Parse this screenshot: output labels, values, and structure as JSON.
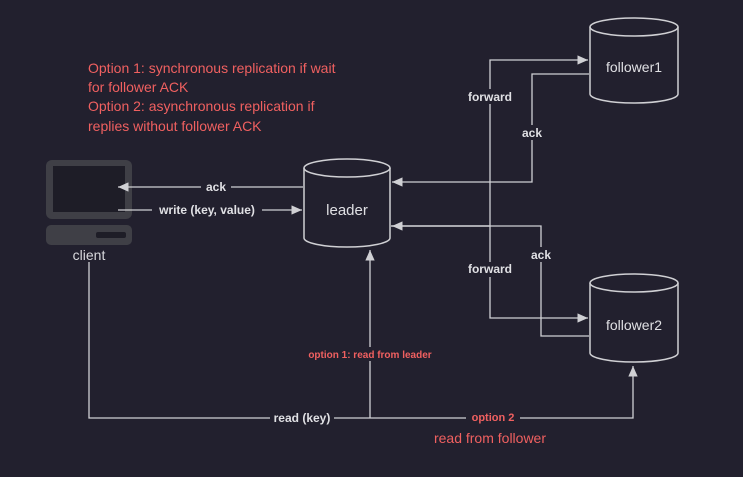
{
  "notes": {
    "line1": "Option 1: synchronous replication if wait",
    "line2": "for follower ACK",
    "line3": "Option 2: asynchronous replication if",
    "line4": "replies  without follower ACK"
  },
  "nodes": {
    "client": "client",
    "leader": "leader",
    "follower1": "follower1",
    "follower2": "follower2"
  },
  "edges": {
    "client_write": "write (key, value)",
    "leader_ack": "ack",
    "forward_f1": "forward",
    "ack_f1": "ack",
    "forward_f2": "forward",
    "ack_f2": "ack",
    "read": "read (key)",
    "option1_read": "option 1: read from leader",
    "option2": "option 2",
    "option2_read": "read from follower"
  },
  "colors": {
    "background": "#22202e",
    "line": "#d0d0d4",
    "note_red": "#f06060",
    "laptop": "#3f3f46"
  }
}
